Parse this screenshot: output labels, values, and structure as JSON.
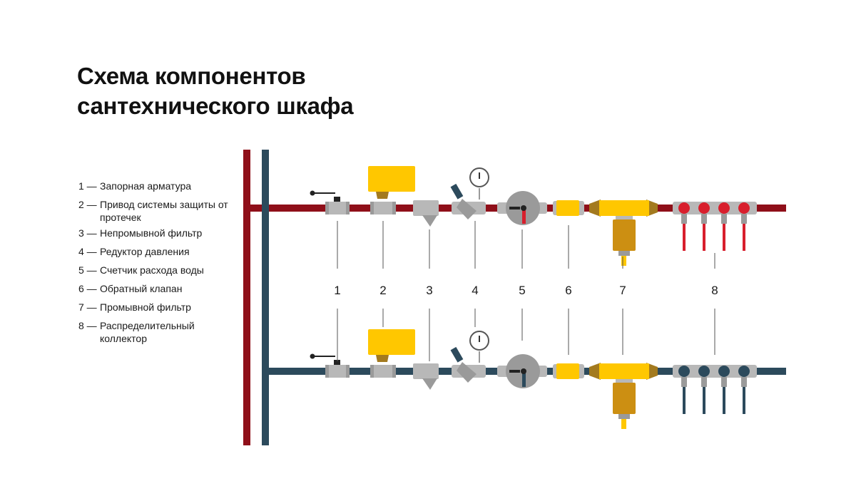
{
  "title": {
    "line1": "Схема компонентов",
    "line2": "сантехнического шкафа"
  },
  "legend": [
    {
      "num": "1 —",
      "text": "Запорная арматура"
    },
    {
      "num": "2 —",
      "text": "Привод системы защиты от протечек"
    },
    {
      "num": "3 —",
      "text": "Непромывной фильтр"
    },
    {
      "num": "4 —",
      "text": "Редуктор давления"
    },
    {
      "num": "5 —",
      "text": "Счетчик расхода воды"
    },
    {
      "num": "6 —",
      "text": "Обратный клапан"
    },
    {
      "num": "7 —",
      "text": "Промывной фильтр"
    },
    {
      "num": "8 —",
      "text": "Распределительный коллектор"
    }
  ],
  "callouts": [
    "1",
    "2",
    "3",
    "4",
    "5",
    "6",
    "7",
    "8"
  ],
  "colors": {
    "hot_pipe": "#8f0f19",
    "cold_pipe": "#2c4a5c",
    "fitting_gray": "#b8b8b8",
    "fitting_dark": "#9a9a9a",
    "actuator_yellow": "#ffc700",
    "brass": "#a37a1f",
    "filter_body": "#cc8f12",
    "hot_tap": "#d81f2d",
    "cold_tap": "#2c4a5c"
  }
}
